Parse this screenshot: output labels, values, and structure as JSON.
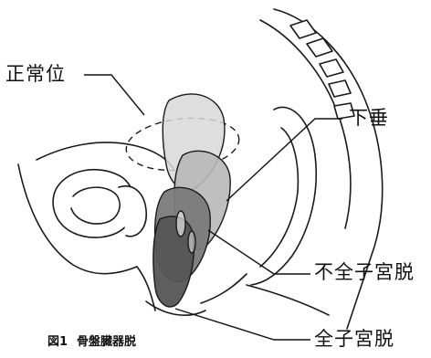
{
  "labels": {
    "normal": "正常位",
    "prolapse": "下垂",
    "partial": "不全子宮脱",
    "complete": "全子宮脱"
  },
  "caption": {
    "number": "図1",
    "title": "骨盤臓器脱"
  },
  "colors": {
    "stroke": "#1a1a1a",
    "uterus_normal": "#d8d8d8",
    "uterus_prolapse": "#b8b8b8",
    "uterus_partial": "#7a7a7a",
    "uterus_complete": "#555555"
  }
}
